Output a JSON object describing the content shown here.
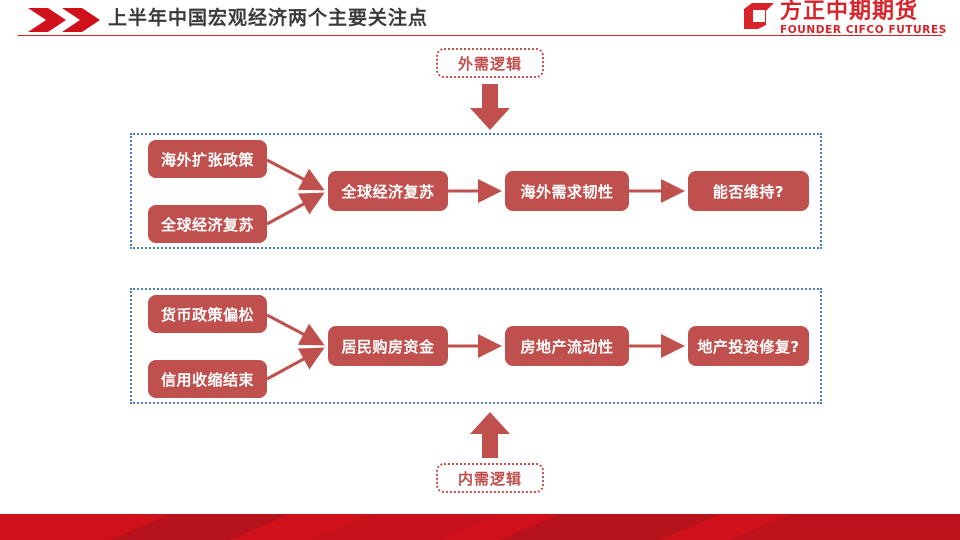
{
  "header": {
    "title": "上半年中国宏观经济两个主要关注点",
    "chevron_icon": "double-chevron-right-icon",
    "divider": "header-divider"
  },
  "logo": {
    "mark_icon": "founder-cifco-cube-icon",
    "name_cn": "方正中期期货",
    "name_en": "FOUNDER CIFCO FUTURES",
    "color": "#d8232a"
  },
  "callouts": {
    "top": {
      "label": "外需逻辑",
      "arrow_icon": "arrow-down-icon"
    },
    "bottom": {
      "label": "内需逻辑",
      "arrow_icon": "arrow-up-icon"
    }
  },
  "colors": {
    "node_fill": "#c0504d",
    "group_border": "#4a7ebb",
    "callout_border": "#c0504d",
    "accent_red": "#d42027",
    "title_text": "#3a3a3a"
  },
  "flows": [
    {
      "id": "external-demand-flow",
      "inputs": [
        "海外扩张政策",
        "全球经济复苏"
      ],
      "merge": "全球经济复苏",
      "chain": [
        "海外需求韧性",
        "能否维持?"
      ]
    },
    {
      "id": "domestic-demand-flow",
      "inputs": [
        "货币政策偏松",
        "信用收缩结束"
      ],
      "merge": "居民购房资金",
      "chain": [
        "房地产流动性",
        "地产投资修复?"
      ]
    }
  ]
}
